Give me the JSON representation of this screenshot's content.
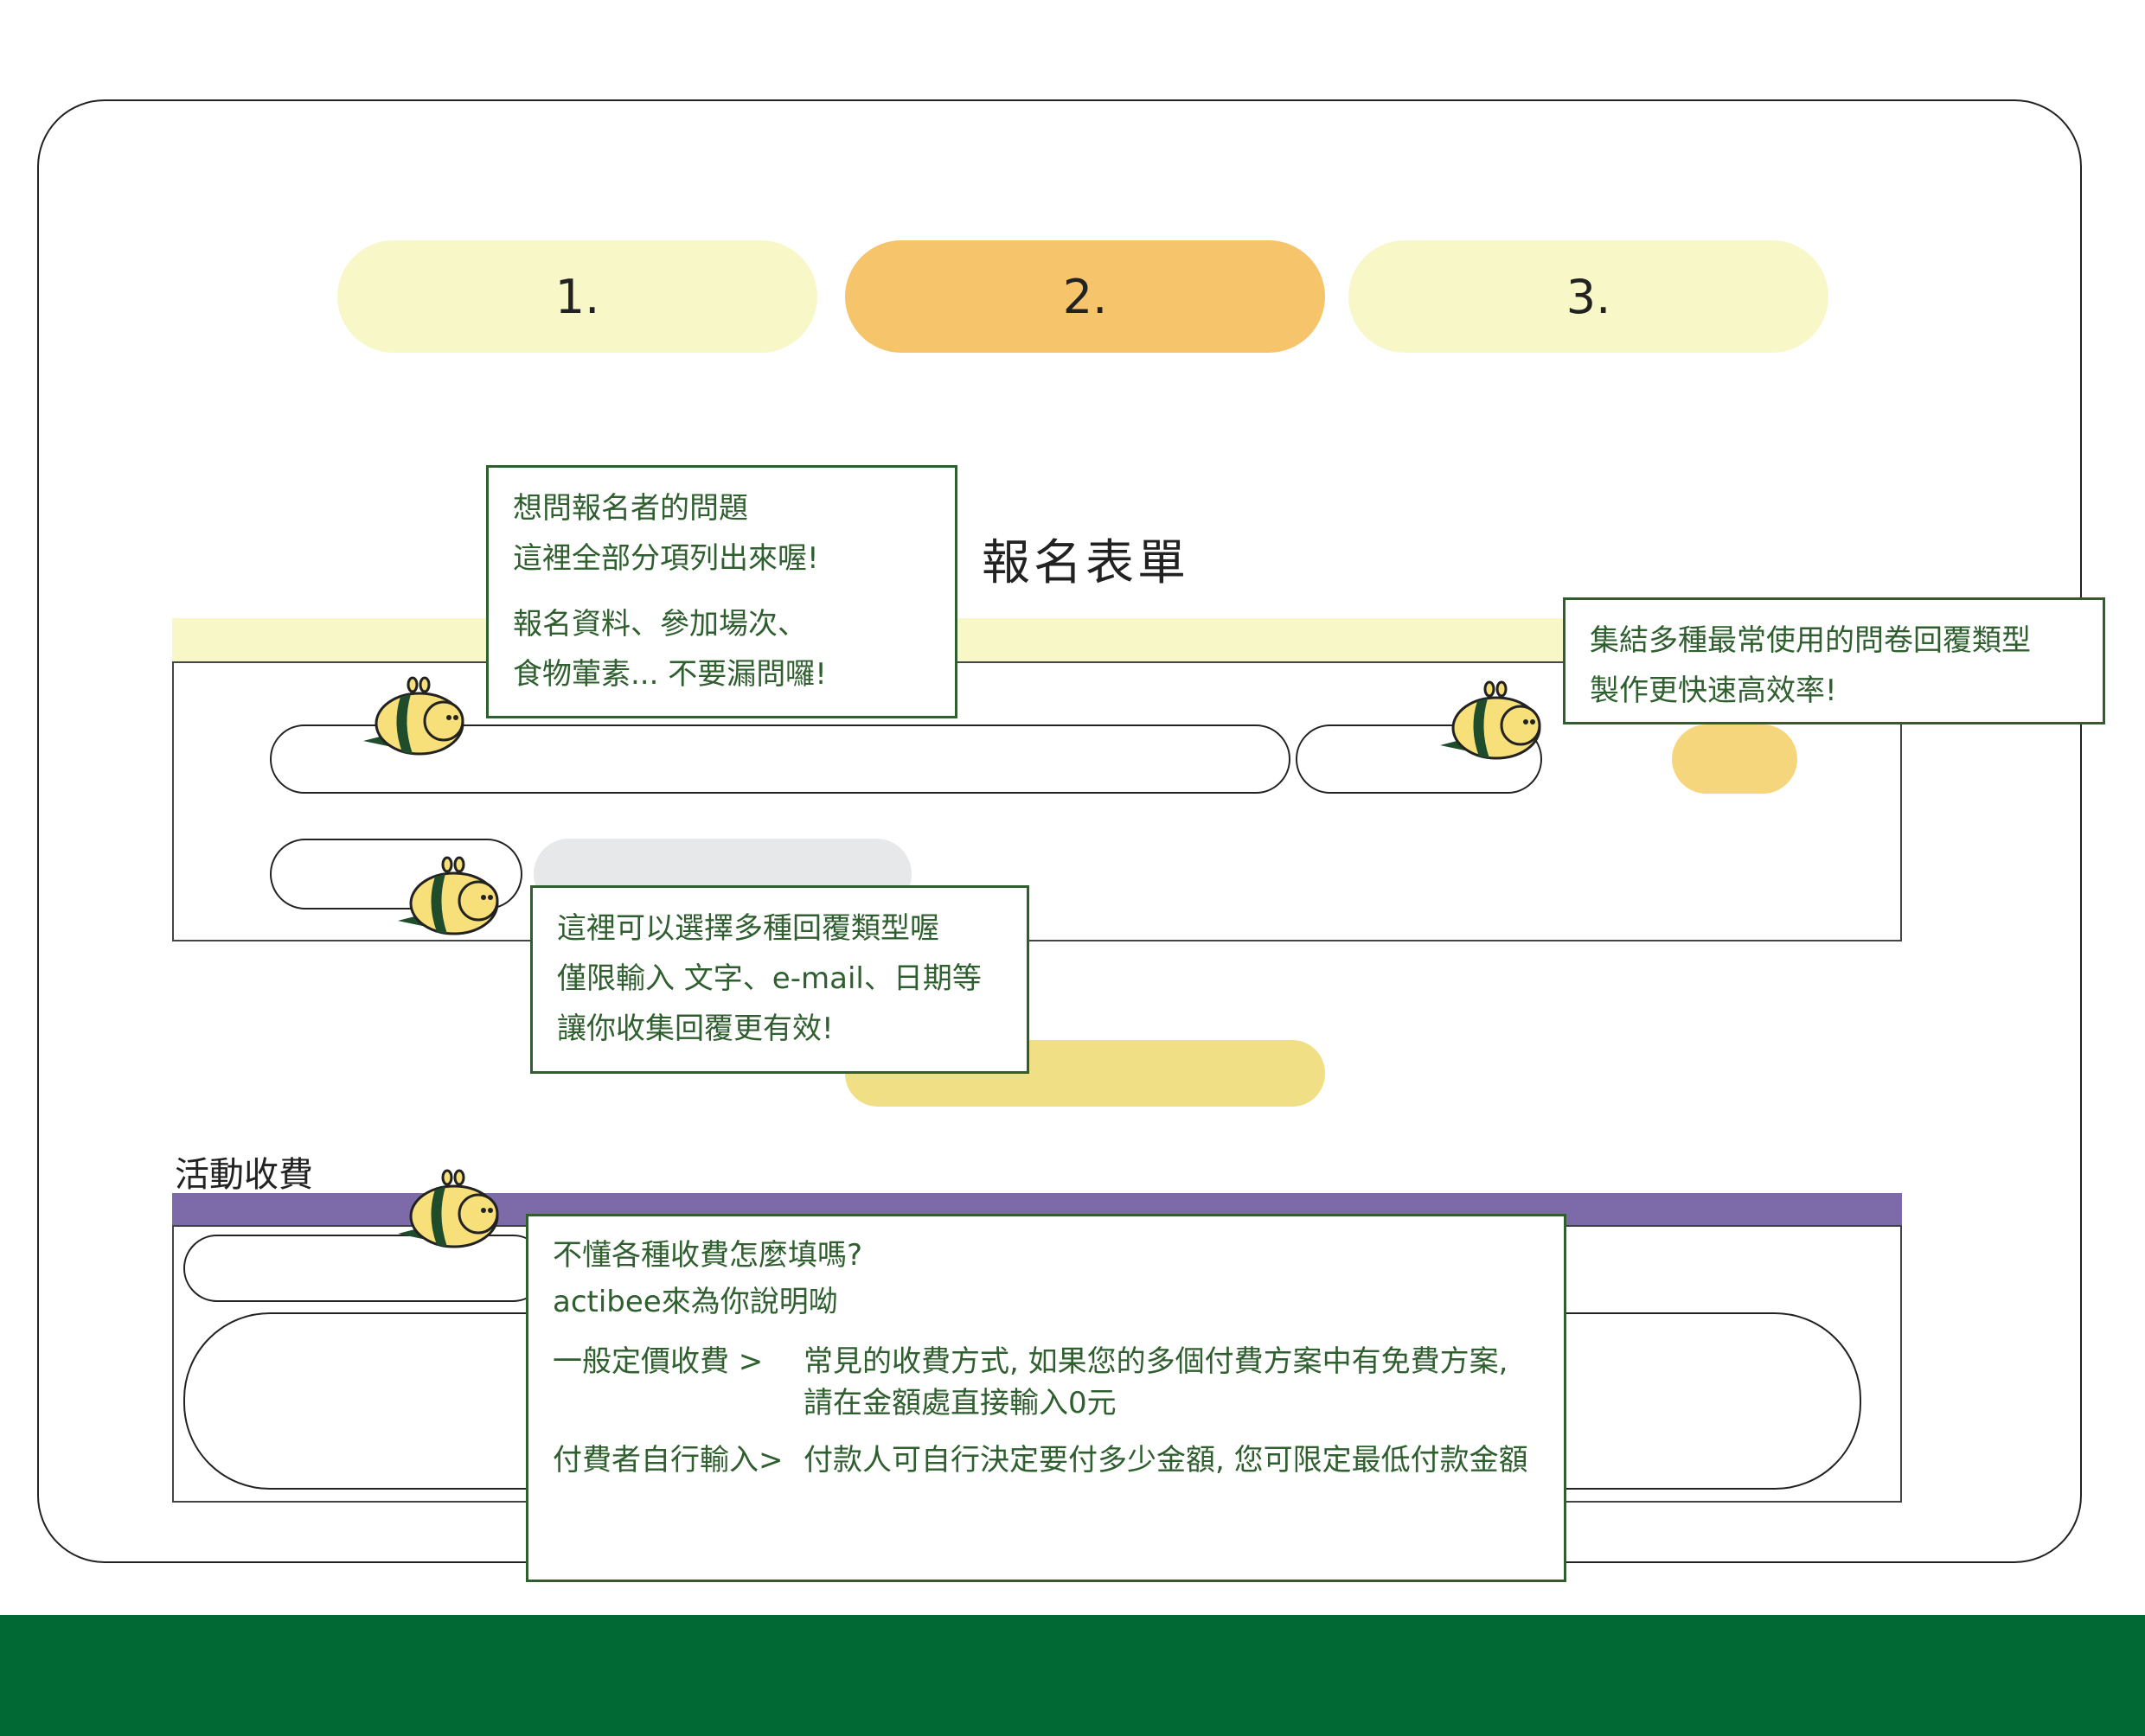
{
  "colors": {
    "step_inactive": "#f8f7c8",
    "step_active": "#f5c46b",
    "form_header_bar": "#f8f7c8",
    "fee_header_bar": "#7d6aa8",
    "callout_border": "#2f5e2f",
    "footer": "#006934"
  },
  "steps": [
    {
      "label": "1.",
      "active": false
    },
    {
      "label": "2.",
      "active": true
    },
    {
      "label": "3.",
      "active": false
    }
  ],
  "form": {
    "title": "報名表單"
  },
  "fees": {
    "label": "活動收費"
  },
  "callouts": {
    "questions": {
      "line1": "想問報名者的問題",
      "line2": "這裡全部分項列出來喔!",
      "line3": "報名資料、參加場次、",
      "line4": "食物葷素... 不要漏問囉!"
    },
    "types": {
      "line1": "集結多種最常使用的問卷回覆類型",
      "line2": "製作更快速高效率!"
    },
    "validation": {
      "line1": "這裡可以選擇多種回覆類型喔",
      "line2": "僅限輸入  文字、e-mail、日期等",
      "line3": "讓你收集回覆更有效!"
    },
    "fees_help": {
      "line1": "不懂各種收費怎麼填嗎?",
      "line2": "actibee來為你說明呦",
      "fixed_key": "一般定價收費  >",
      "fixed_value": "常見的收費方式, 如果您的多個付費方案中有免費方案, 請在金額處直接輸入0元",
      "custom_key": "付費者自行輸入>",
      "custom_value": "付款人可自行決定要付多少金額, 您可限定最低付款金額"
    }
  },
  "icons": {
    "mascot": "bee-icon"
  }
}
